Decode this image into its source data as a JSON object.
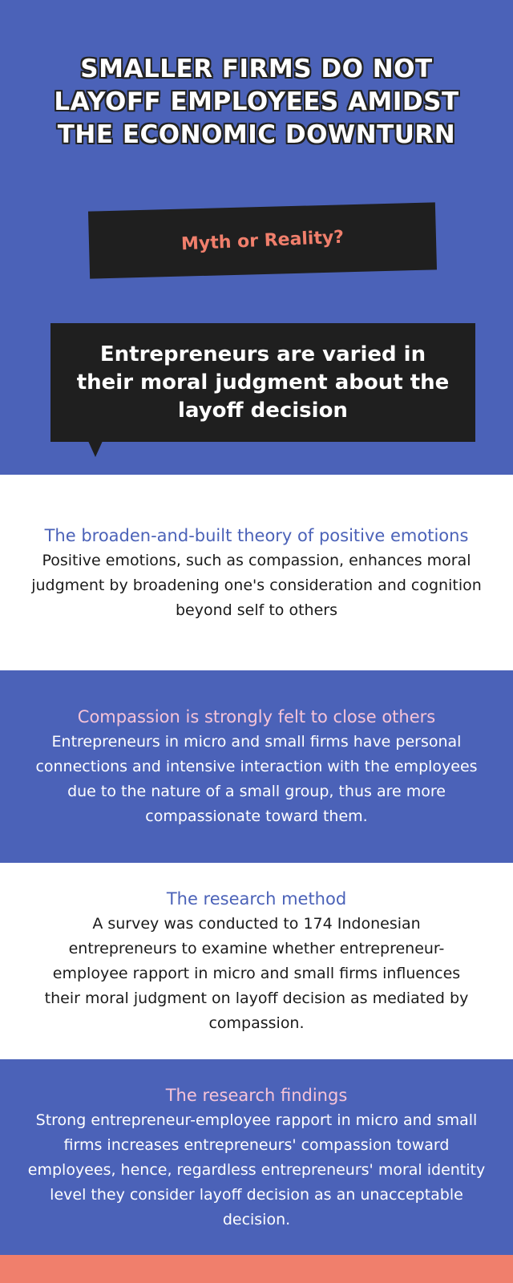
{
  "header": {
    "title": "SMALLER FIRMS DO NOT LAYOFF EMPLOYEES AMIDST THE ECONOMIC DOWNTURN",
    "subtitle": "Myth or Reality?",
    "bubble_text": "Entrepreneurs are varied in their moral judgment about the layoff decision"
  },
  "sections": [
    {
      "heading": "The broaden-and-built theory of positive emotions",
      "body": "Positive emotions, such as compassion, enhances moral judgment by broadening one's consideration and cognition beyond self to others"
    },
    {
      "heading": "Compassion is strongly felt to close others",
      "body": "Entrepreneurs in micro and small firms have personal connections and intensive interaction with the employees due to the nature of a small group, thus are more compassionate toward them."
    },
    {
      "heading": "The research method",
      "body": "A survey was conducted to 174 Indonesian entrepreneurs to examine whether entrepreneur-employee rapport in micro and small firms influences their moral judgment on layoff decision as mediated by compassion."
    },
    {
      "heading": "The research findings",
      "body": "Strong entrepreneur-employee rapport in micro and small firms increases entrepreneurs' compassion toward employees, hence, regardless entrepreneurs' moral identity level they consider layoff decision as an unacceptable decision."
    }
  ],
  "colors": {
    "primary_blue": "#4b62b8",
    "dark_box": "#1f1f1f",
    "coral_accent": "#f07f6c",
    "pink_heading": "#f6c3d8",
    "white": "#ffffff"
  }
}
